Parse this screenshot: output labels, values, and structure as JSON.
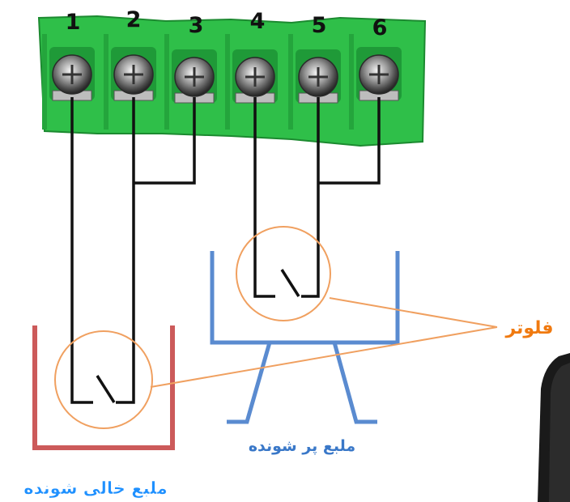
{
  "terminals": [
    "1",
    "2",
    "3",
    "4",
    "5",
    "6"
  ],
  "labels": {
    "tank_emptying": "ملبع خالی شونده",
    "tank_filling": "ملبع پر شونده",
    "float_switch": "فلوتر"
  },
  "colors": {
    "terminal_green": "#2fbf49",
    "terminal_green_dark": "#1c8a30",
    "wire": "#111111",
    "tank_emptying": "#cc5a5a",
    "tank_filling": "#5a8bd0",
    "float_marker": "#f0a060",
    "label_blue": "#1e90ff",
    "label_float": "#f07a10"
  },
  "icons": [
    "screw-terminal-icon",
    "float-switch-icon"
  ]
}
